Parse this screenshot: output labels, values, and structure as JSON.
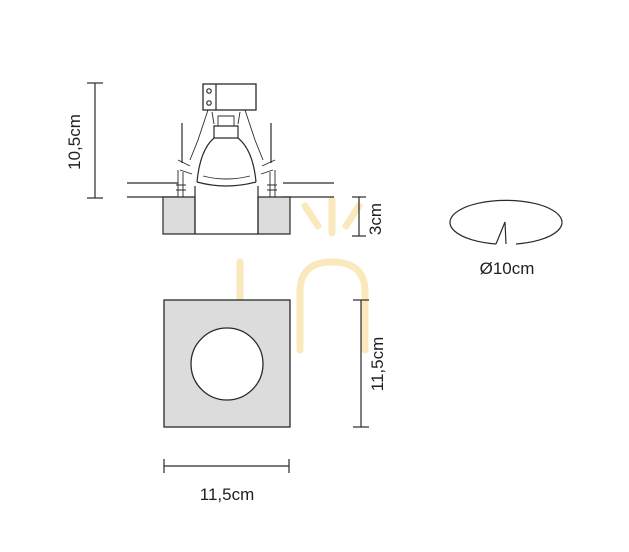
{
  "dimensions": {
    "height_total": "10,5cm",
    "plate_depth": "3cm",
    "cutout_diameter": "Ø10cm",
    "plate_height": "11,5cm",
    "plate_width": "11,5cm"
  },
  "colors": {
    "line": "#2a2a2a",
    "plate_fill": "#dcdcdc",
    "watermark": "#fbe9bd",
    "background": "#ffffff"
  }
}
